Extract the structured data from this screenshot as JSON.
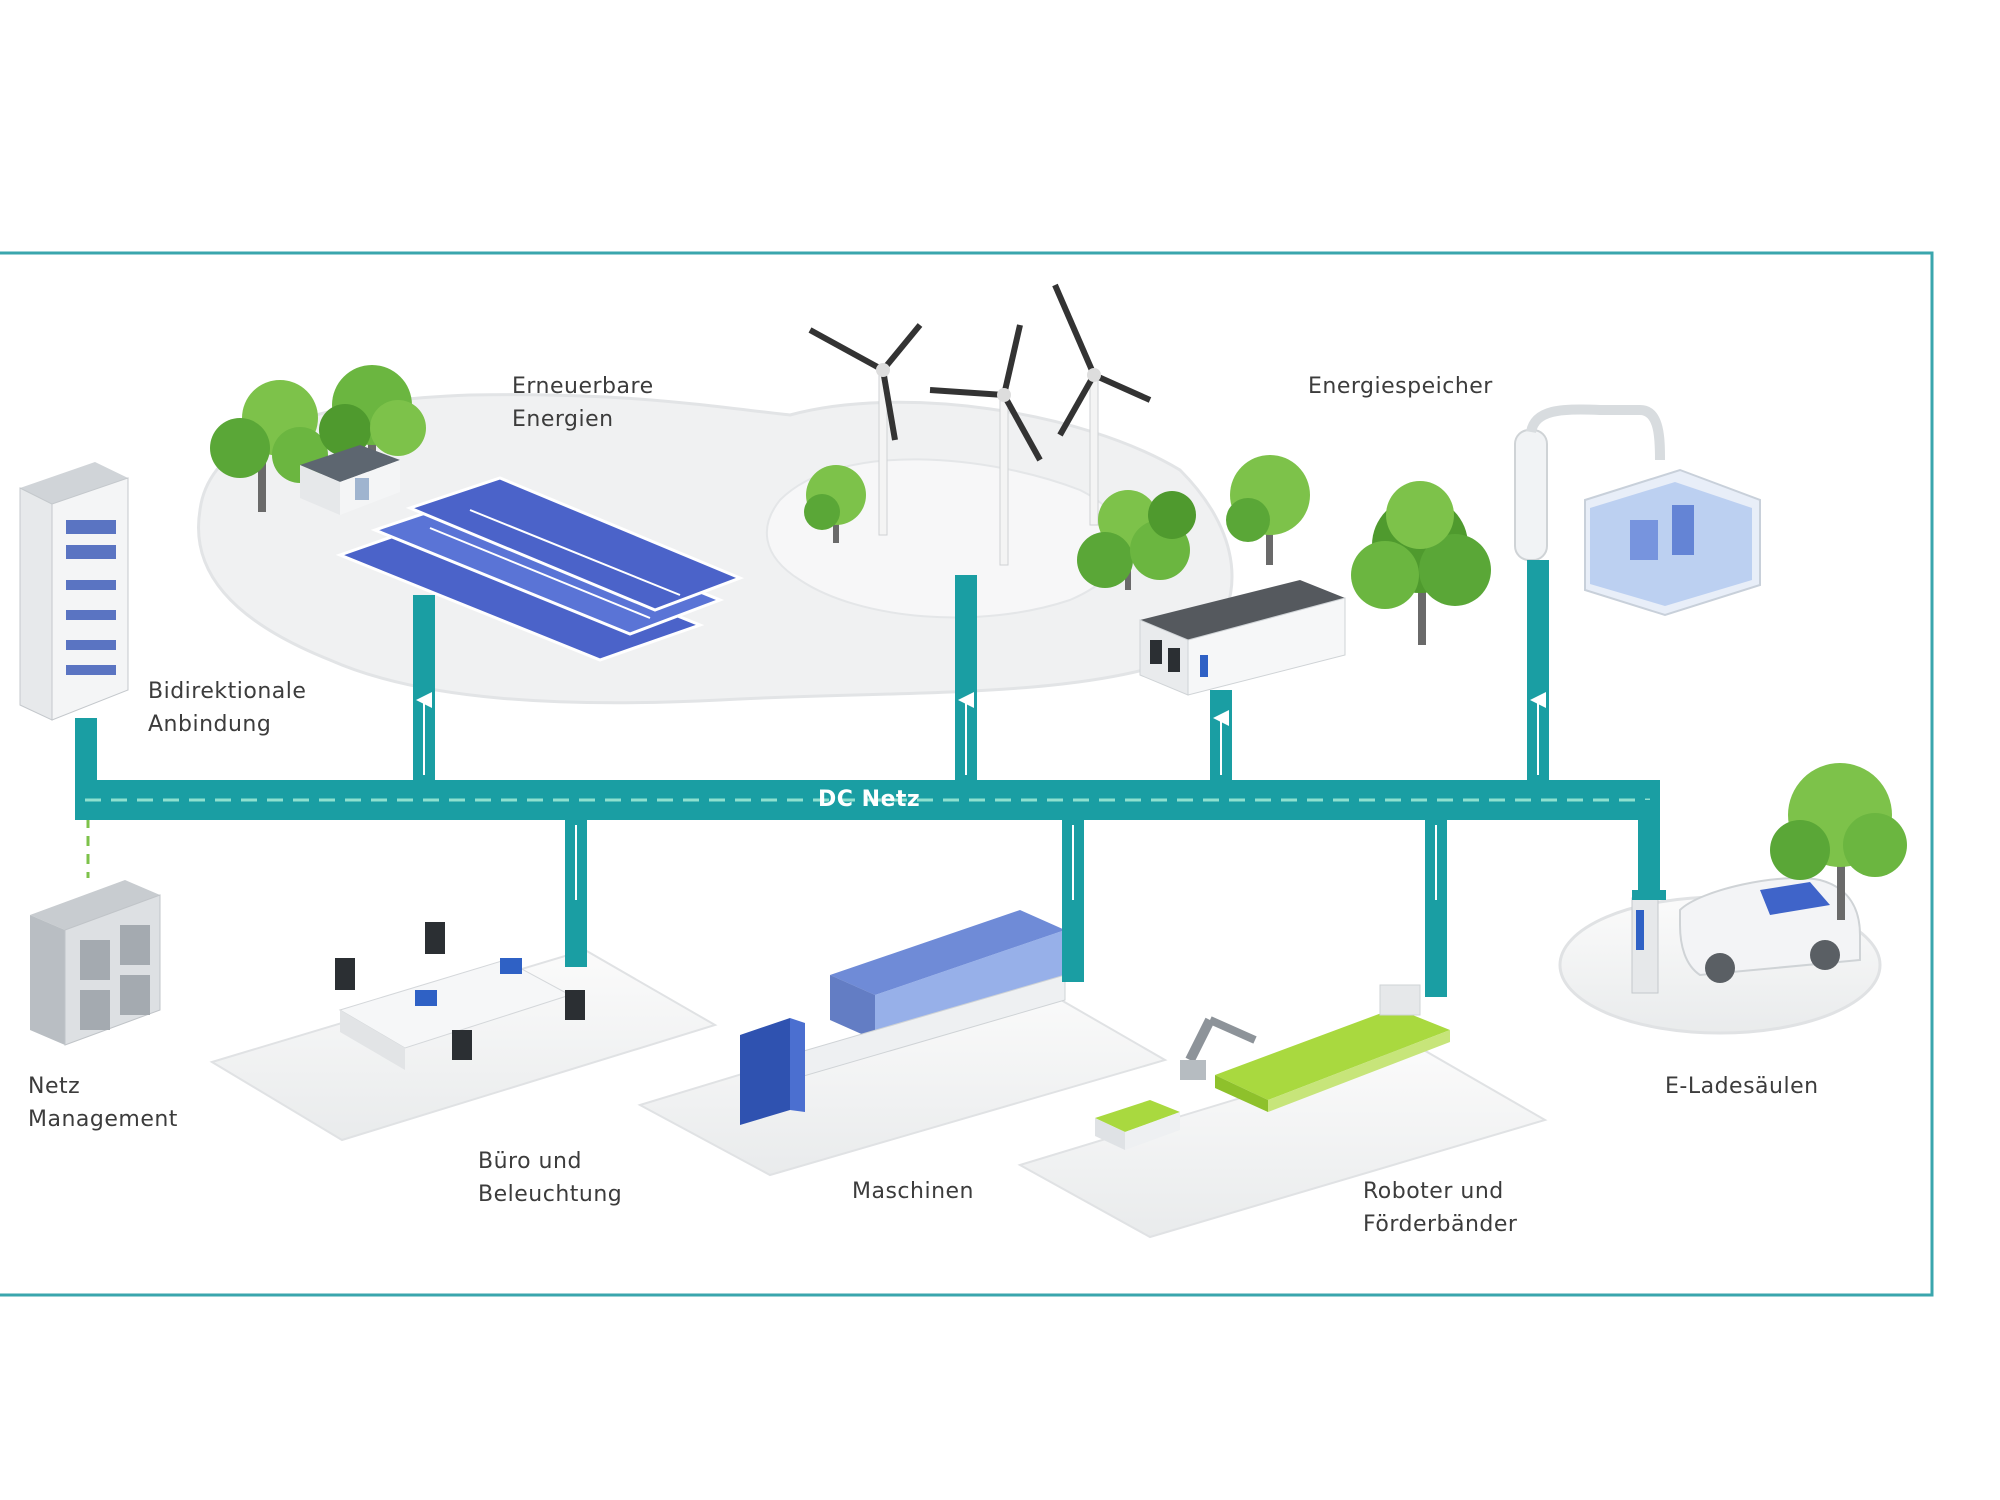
{
  "labels": {
    "renewables": [
      "Erneuerbare",
      "Energien"
    ],
    "storage": "Energiespeicher",
    "bidirectional": [
      "Bidirektionale",
      "Anbindung"
    ],
    "dc_grid": "DC Netz",
    "grid_management": [
      "Netz",
      "Management"
    ],
    "office": [
      "Büro und",
      "Beleuchtung"
    ],
    "machines": "Maschinen",
    "robots": [
      "Roboter und",
      "Förderbänder"
    ],
    "ev_chargers": "E-Ladesäulen"
  },
  "colors": {
    "bus": "#1a9ea3",
    "bus_dash": "#8fe0cf",
    "frame": "#3aa6ad",
    "tree": "#7dc24a",
    "tree_dark": "#4f9a2e",
    "solar": "#4b63c9",
    "glass_blue": "#5a7ad6",
    "conveyor_green": "#a9d93f"
  },
  "icons": [
    "switchgear-cabinet-icon",
    "solar-panel-icon",
    "wind-turbine-icon",
    "battery-container-icon",
    "hydrogen-storage-icon",
    "controller-module-icon",
    "office-desk-icon",
    "machine-icon",
    "robot-conveyor-icon",
    "ev-charger-icon",
    "tree-icon"
  ]
}
